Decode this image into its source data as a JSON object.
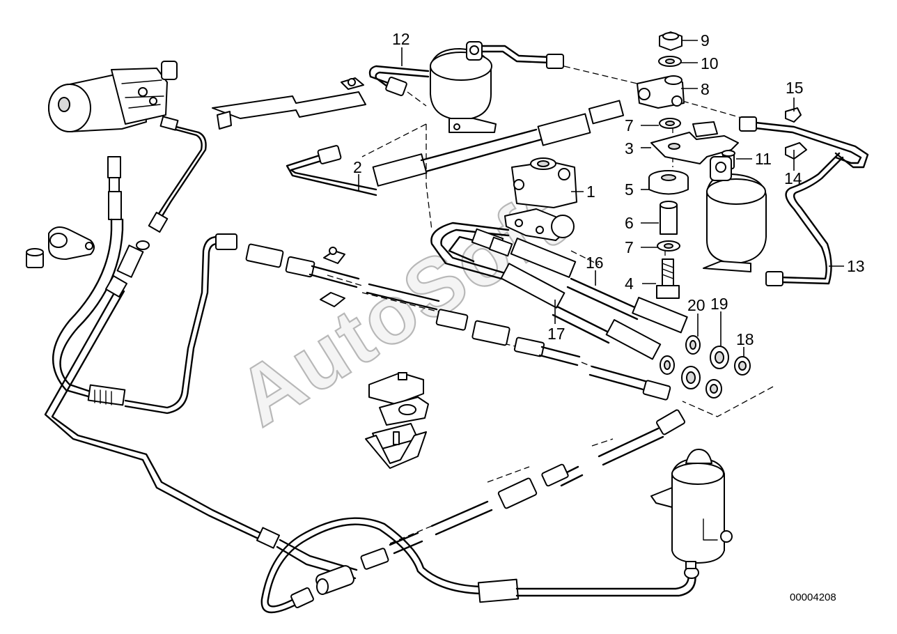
{
  "watermark": "AutoSoft",
  "diagram_number": "00004208",
  "callouts": [
    "1",
    "2",
    "3",
    "4",
    "5",
    "6",
    "7",
    "7",
    "8",
    "9",
    "10",
    "11",
    "12",
    "13",
    "14",
    "15",
    "16",
    "17",
    "18",
    "19",
    "20"
  ],
  "colors": {
    "line": "#000000",
    "background": "#ffffff",
    "watermark_outline": "#b8b8b8"
  }
}
